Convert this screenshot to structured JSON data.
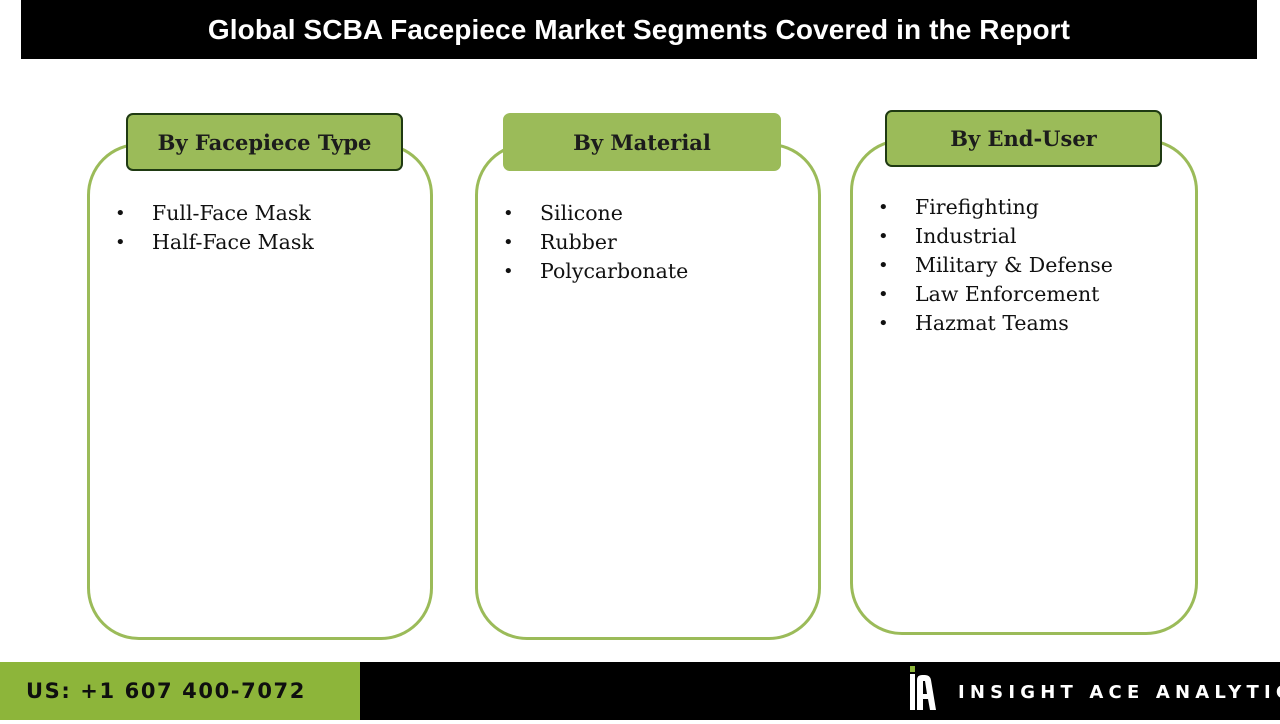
{
  "title": "Global SCBA Facepiece Market Segments Covered in the Report",
  "segments": [
    {
      "header": "By Facepiece Type",
      "items": [
        "Full-Face Mask",
        "Half-Face Mask"
      ]
    },
    {
      "header": "By Material",
      "items": [
        "Silicone",
        "Rubber",
        "Polycarbonate"
      ]
    },
    {
      "header": "By End-User",
      "items": [
        "Firefighting",
        "Industrial",
        "Military & Defense",
        "Law Enforcement",
        "Hazmat Teams"
      ]
    }
  ],
  "footer": {
    "phone": "US: +1 607 400-7072",
    "brand": "INSIGHT ACE ANALYTIC",
    "logo_icon": "insight-ace-logo-icon"
  },
  "colors": {
    "accent_green": "#9bbb59",
    "footer_green": "#8db53a",
    "title_bar": "#000000"
  }
}
